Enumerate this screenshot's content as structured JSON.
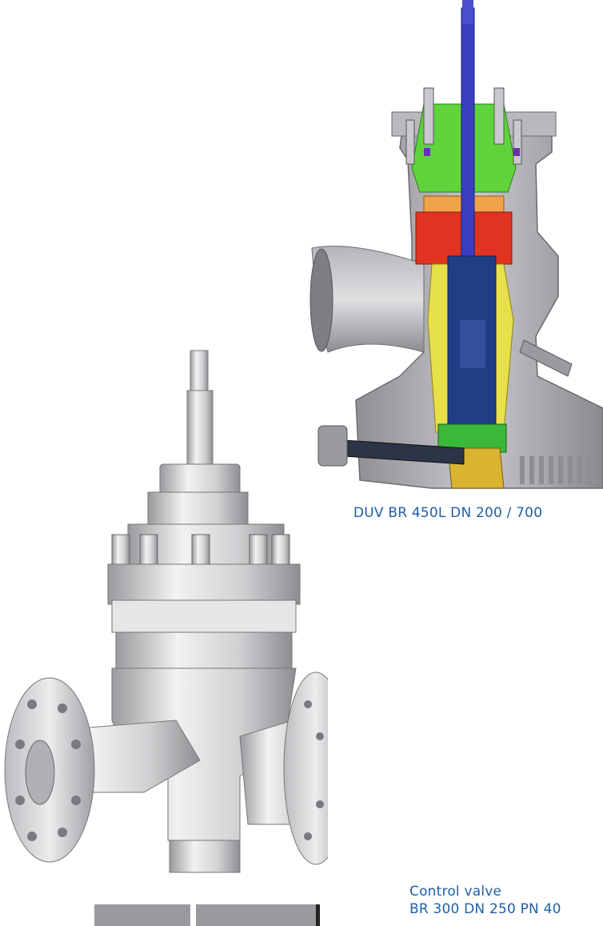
{
  "captions": {
    "cutaway": "DUV BR 450L DN 200 / 700",
    "control_valve_line1": "Control valve",
    "control_valve_line2": "BR 300 DN 250 PN 40"
  },
  "colors": {
    "caption": "#1f5fa8",
    "body_grey": "#a9a9ad",
    "stem_blue": "#3a3fc0",
    "bonnet_green": "#5fd43a",
    "plug_red": "#e03322",
    "cage_yellow": "#e8e04a",
    "plug_navy": "#213d86",
    "seat_yellow": "#d9b431"
  }
}
